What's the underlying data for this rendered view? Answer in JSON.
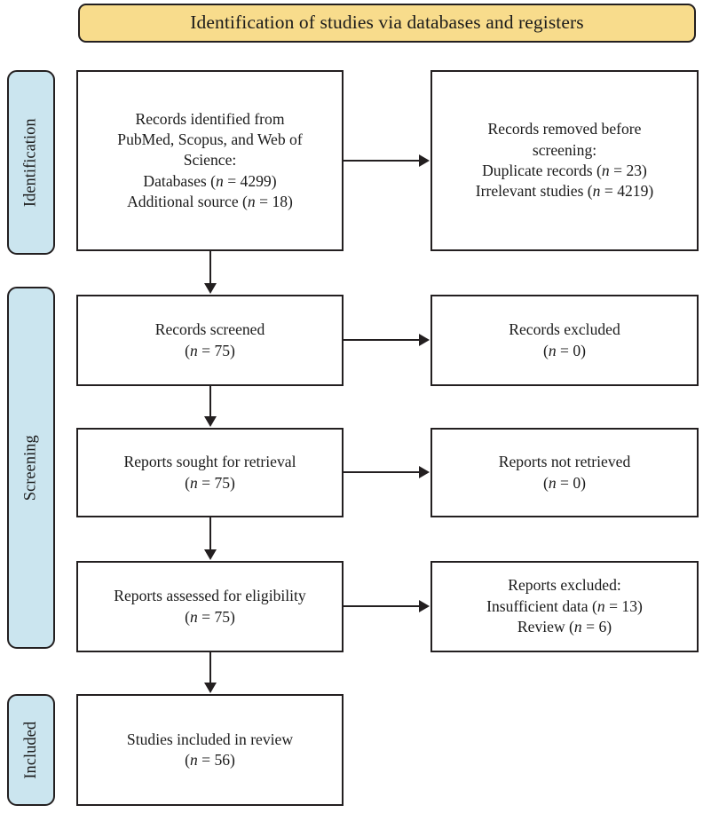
{
  "banner": {
    "title": "Identification of studies via databases and registers"
  },
  "stages": [
    {
      "id": "identification",
      "label": "Identification"
    },
    {
      "id": "screening",
      "label": "Screening"
    },
    {
      "id": "included",
      "label": "Included"
    }
  ],
  "boxes": {
    "identified": {
      "lines": [
        "Records identified from",
        "PubMed, Scopus, and Web of",
        "Science:",
        "Databases (n = 4299)",
        "Additional source (n = 18)"
      ]
    },
    "removed": {
      "lines": [
        "Records removed before",
        "screening:",
        "Duplicate records (n = 23)",
        "Irrelevant studies (n = 4219)"
      ]
    },
    "screened": {
      "lines": [
        "Records screened",
        "(n = 75)"
      ]
    },
    "excluded": {
      "lines": [
        "Records excluded",
        "(n = 0)"
      ]
    },
    "sought": {
      "lines": [
        "Reports sought for retrieval",
        "(n = 75)"
      ]
    },
    "notretrieved": {
      "lines": [
        "Reports not retrieved",
        "(n = 0)"
      ]
    },
    "assessed": {
      "lines": [
        "Reports assessed for eligibility",
        "(n = 75)"
      ]
    },
    "repexcluded": {
      "lines": [
        "Reports excluded:",
        "Insufficient data (n = 13)",
        "Review (n = 6)"
      ]
    },
    "included": {
      "lines": [
        "Studies included in review",
        "(n = 56)"
      ]
    }
  },
  "colors": {
    "banner_fill": "#F8DC8C",
    "stage_fill": "#CBE5EF",
    "stroke": "#231F20",
    "box_fill": "#FFFFFF"
  }
}
